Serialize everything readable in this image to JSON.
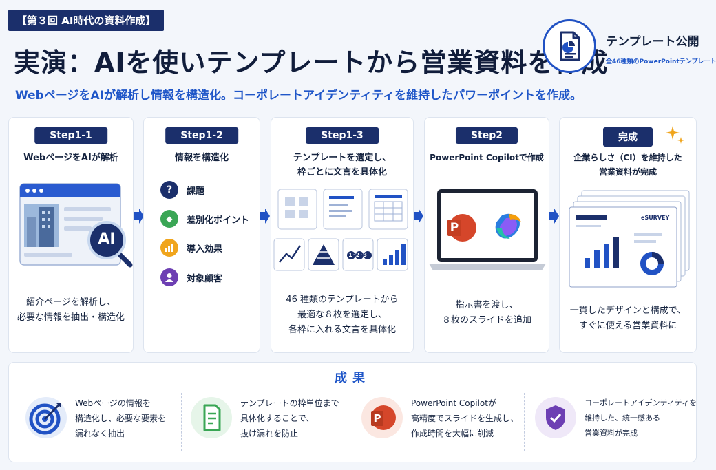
{
  "header": {
    "series_tag": "【第３回 AI時代の資料作成】",
    "title": "実演：AIを使いテンプレートから営業資料を作成",
    "subtitle": "WebページをAIが解析し情報を構造化。コーポレートアイデンティティを維持したパワーポイントを作成。",
    "badge_title": "テンプレート公開",
    "badge_sub": "全46種類のPowerPointテンプレート"
  },
  "steps": [
    {
      "pill": "Step1-1",
      "heading": "WebページをAIが解析",
      "ai_label": "AI",
      "desc": [
        "紹介ページを解析し、",
        "必要な情報を抽出・構造化"
      ]
    },
    {
      "pill": "Step1-2",
      "heading": "情報を構造化",
      "items": [
        {
          "icon": "question-icon",
          "glyph": "?",
          "label": "課題",
          "color": "#1b2f6b"
        },
        {
          "icon": "diamond-icon",
          "glyph": "◆",
          "label": "差別化ポイント",
          "color": "#3aa655"
        },
        {
          "icon": "bar-chart-icon",
          "glyph": "▮",
          "label": "導入効果",
          "color": "#f0a51d"
        },
        {
          "icon": "person-icon",
          "glyph": "●",
          "label": "対象顧客",
          "color": "#6d3fb3"
        }
      ]
    },
    {
      "pill": "Step1-3",
      "heading": [
        "テンプレートを選定し、",
        "枠ごとに文言を具体化"
      ],
      "numbers_label": "1·2·3",
      "desc": [
        "46 種類のテンプレートから",
        "最適な８枚を選定し、",
        "各枠に入れる文言を具体化"
      ]
    },
    {
      "pill": "Step2",
      "heading": "PowerPoint Copilotで作成",
      "ppt_letter": "P",
      "desc": [
        "指示書を渡し、",
        "８枚のスライドを追加"
      ]
    },
    {
      "pill": "完成",
      "heading": [
        "企業らしさ（CI）を維持した",
        "営業資料が完成"
      ],
      "brand": "eSURVEY",
      "desc": [
        "一貫したデザインと構成で、",
        "すぐに使える営業資料に"
      ]
    }
  ],
  "results": {
    "title": "成果",
    "items": [
      {
        "icon": "target-icon",
        "lines": [
          "Webページの情報を",
          "構造化し、必要な要素を",
          "漏れなく抽出"
        ]
      },
      {
        "icon": "document-check-icon",
        "lines": [
          "テンプレートの枠単位まで",
          "具体化することで、",
          "抜け漏れを防止"
        ]
      },
      {
        "icon": "powerpoint-icon",
        "letter": "P",
        "lines": [
          "PowerPoint Copilotが",
          "高精度でスライドを生成し、",
          "作成時間を大幅に削減"
        ]
      },
      {
        "icon": "shield-check-icon",
        "lines": [
          "コーポレートアイデンティティを",
          "維持した、統一感ある",
          "営業資料が完成"
        ]
      }
    ]
  },
  "colors": {
    "navy": "#1b2f6b",
    "accent_blue": "#1f56c8",
    "arrow_blue": "#2152c4",
    "ppt_orange": "#d5462a"
  }
}
